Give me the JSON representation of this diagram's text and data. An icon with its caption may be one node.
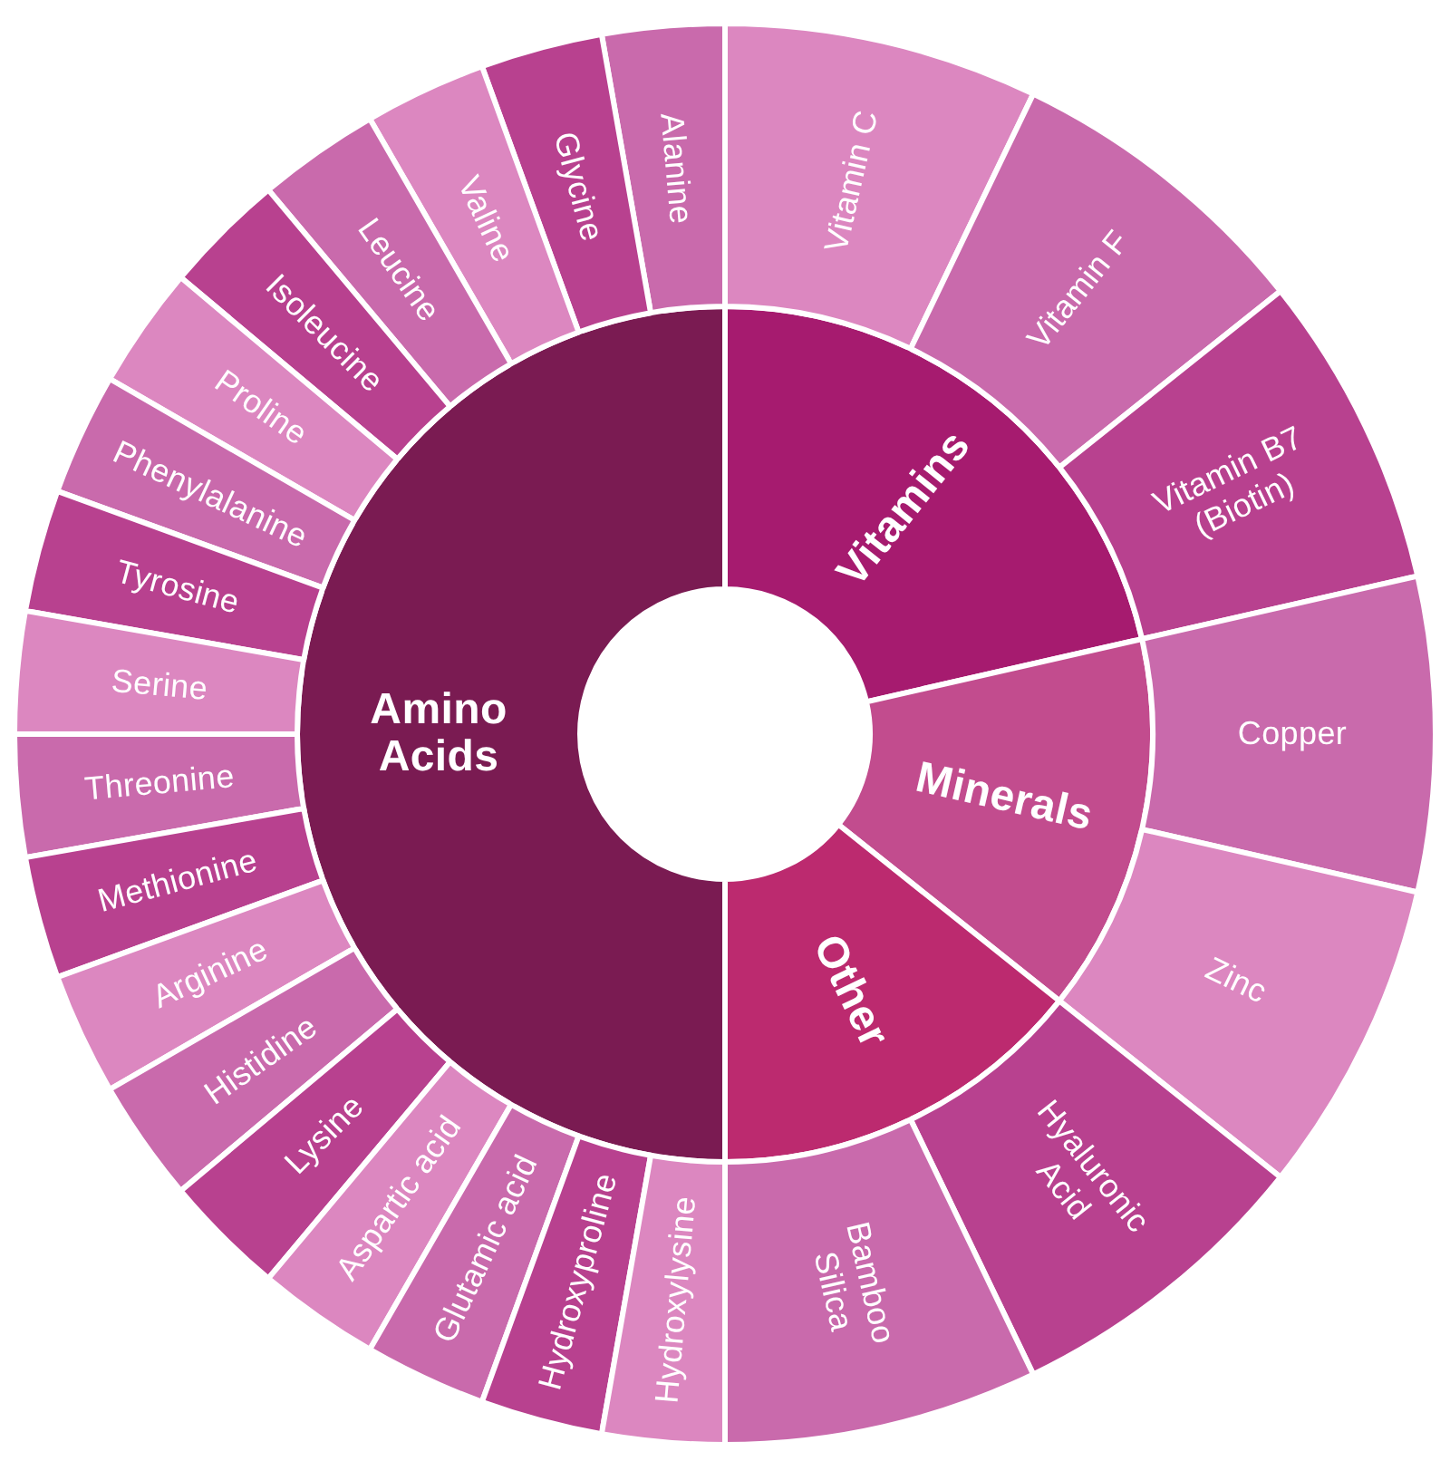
{
  "diagram": {
    "nodes": [
      {
        "text": [
          "Amino Acids"
        ]
      },
      {
        "text": [
          "Vitamins"
        ]
      },
      {
        "text": [
          "Minerals"
        ]
      },
      {
        "text": [
          "Other"
        ]
      },
      {
        "text": [
          "Vitamin C"
        ]
      },
      {
        "text": [
          "Vitamin F"
        ]
      },
      {
        "text": [
          "Vitamin B7 (Biotin)"
        ]
      },
      {
        "text": [
          "Copper"
        ]
      },
      {
        "text": [
          "Zinc"
        ]
      },
      {
        "text": [
          "Hyaluronic Acid"
        ]
      },
      {
        "text": [
          "Bamboo Silica"
        ]
      },
      {
        "text": [
          "Alanine"
        ]
      },
      {
        "text": [
          "Glycine"
        ]
      },
      {
        "text": [
          "Valine"
        ]
      },
      {
        "text": [
          "Leucine"
        ]
      },
      {
        "text": [
          "Isoleucine"
        ]
      },
      {
        "text": [
          "Proline"
        ]
      },
      {
        "text": [
          "Phenylalanine"
        ]
      },
      {
        "text": [
          "Tyrosine"
        ]
      },
      {
        "text": [
          "Serine"
        ]
      },
      {
        "text": [
          "Threonine"
        ]
      },
      {
        "text": [
          "Methionine"
        ]
      },
      {
        "text": [
          "Arginine"
        ]
      },
      {
        "text": [
          "Histidine"
        ]
      },
      {
        "text": [
          "Lysine"
        ]
      },
      {
        "text": [
          "Aspartic acid"
        ]
      },
      {
        "text": [
          "Glutamic acid"
        ]
      },
      {
        "text": [
          "Hydroxyproline"
        ]
      },
      {
        "text": [
          "Hydroxylysine"
        ]
      }
    ]
  }
}
